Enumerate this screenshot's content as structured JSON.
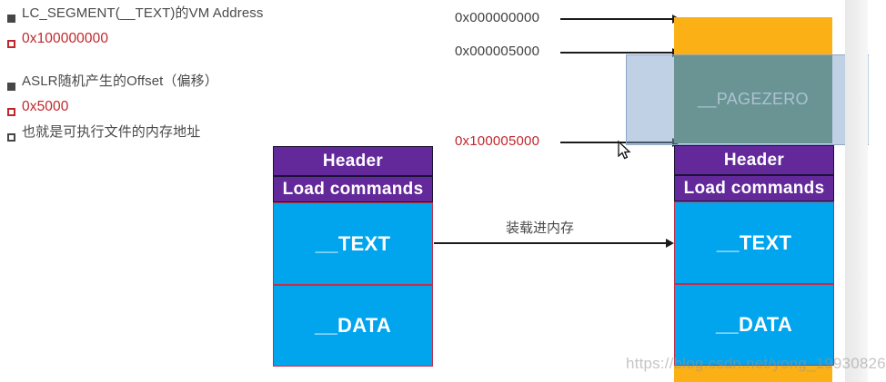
{
  "notes": [
    {
      "bullet": "filled-dark-square",
      "text": "LC_SEGMENT(__TEXT)的VM Address",
      "style": "normal"
    },
    {
      "bullet": "open-red-square",
      "text": "0x100000000",
      "style": "red"
    },
    {
      "bullet": "filled-dark-square",
      "text": "ASLR随机产生的Offset（偏移）",
      "style": "normal"
    },
    {
      "bullet": "open-red-square",
      "text": "0x5000",
      "style": "red"
    },
    {
      "bullet": "open-dark-square",
      "text": "也就是可执行文件的内存地址",
      "style": "normal"
    }
  ],
  "addresses": [
    {
      "label": "0x000000000",
      "style": "normal"
    },
    {
      "label": "0x000005000",
      "style": "normal"
    },
    {
      "label": "0x100005000",
      "style": "red"
    }
  ],
  "file_diagram": {
    "title": "executable-file-layout",
    "blocks": [
      {
        "name": "header",
        "label": "Header"
      },
      {
        "name": "load-commands",
        "label": "Load commands"
      },
      {
        "name": "text-segment",
        "label": "__TEXT"
      },
      {
        "name": "data-segment",
        "label": "__DATA"
      }
    ]
  },
  "memory_diagram": {
    "title": "memory-layout",
    "blocks": [
      {
        "name": "orange-top",
        "label": ""
      },
      {
        "name": "pagezero",
        "label": "__PAGEZERO"
      },
      {
        "name": "header",
        "label": "Header"
      },
      {
        "name": "load-commands",
        "label": "Load commands"
      },
      {
        "name": "text-segment",
        "label": "__TEXT"
      },
      {
        "name": "data-segment",
        "label": "__DATA"
      },
      {
        "name": "orange-bottom",
        "label": ""
      }
    ]
  },
  "middle_label": "装载进内存",
  "watermark": "https://blog.csdn.net/yong_19930826",
  "colors": {
    "orange": "#FBB115",
    "green": "#5E8F67",
    "purple": "#63299B",
    "cyan": "#00A5EE",
    "red_border": "#C0304A",
    "red_text": "#C0272D",
    "overlay_blue": "rgba(118,155,200,0.46)"
  }
}
